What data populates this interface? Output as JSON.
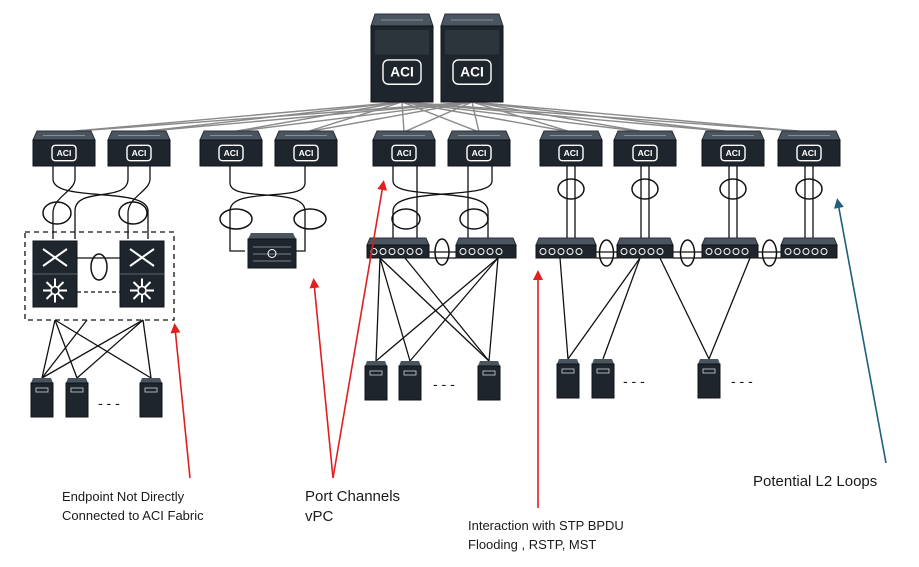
{
  "diagram": {
    "device_label": "ACI",
    "annotations": [
      {
        "id": "endpoint",
        "lines": [
          "Endpoint Not Directly",
          "Connected to ACI Fabric"
        ],
        "arrow_color": "#e02020"
      },
      {
        "id": "portch",
        "lines": [
          "Port Channels",
          "vPC"
        ],
        "arrow_color": "#e02020"
      },
      {
        "id": "stp",
        "lines": [
          "Interaction with STP BPDU",
          "Flooding , RSTP, MST"
        ],
        "arrow_color": "#e02020"
      },
      {
        "id": "loops",
        "lines": [
          "Potential L2 Loops"
        ],
        "arrow_color": "#1f5f7a"
      }
    ],
    "ellipsis": "- - -"
  }
}
